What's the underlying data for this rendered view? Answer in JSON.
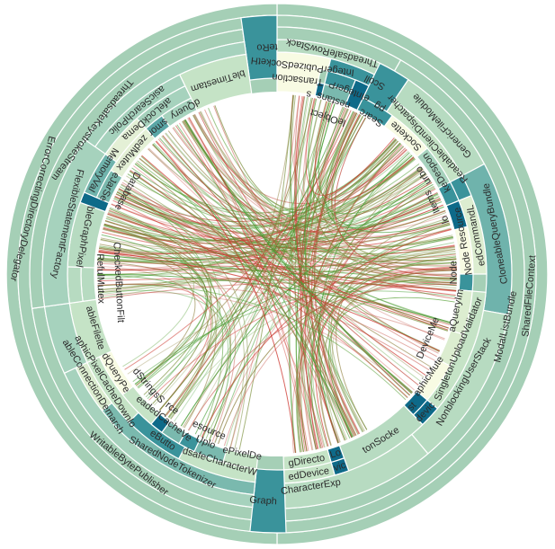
{
  "diagram": {
    "type": "hierarchical-edge-bundling-sunburst",
    "labels": [
      "teRo",
      "Transaction",
      "IntegerPubizedSocketH",
      "s",
      "nestans",
      "leObject",
      "eIntegerP",
      "pg",
      "ThreadsafeRowStack",
      "Scoll",
      "Searc",
      "Sockette",
      "ReadableClientDispatcher",
      "GenericFileModule",
      "keDespon",
      "Items",
      "urbo",
      "lo",
      "Node Resource",
      "edCommandL",
      "CloneableQueryBundle",
      "Node",
      "aQueryIm",
      "DeviceMe",
      "aphicMute",
      "SingletonUploadValidator",
      "st",
      "devic",
      "NonblockingUserStack",
      "ModalListBundle",
      "tonSocke",
      "Lo",
      "vic",
      "gDirecto",
      "edDevice",
      "CharacterExp",
      "Graph",
      "ePixelDe",
      "esource",
      "Uplo",
      "eButto",
      "rce",
      "dStringsS",
      "dQueryPe",
      "dsafeCharacterW",
      "eadedCacheVec",
      "aphicPixelCacheDownlo",
      "SharedNodeTokenizer",
      "ableConnectionDemarsh",
      "WritableBytePublisher",
      "ableFilelte",
      "RefulMutex",
      "CheckedButtonFilt",
      "bleGraphPixel",
      "eJarSe",
      "zedMutex",
      "smor",
      "dQuery",
      "Database",
      "MemoryVal",
      "afeLockDema",
      "asicSearchPolic",
      "bleTimestam",
      "FlexibleStatementFactory",
      "ThreadsafeKeystrokeStream",
      "SharedFileContext",
      "ErrorCorrectingDirectoryDelegator",
      "eadedCacheVe"
    ],
    "colors": {
      "outer": "#a5cfb6",
      "light_green": "#c5e3c6",
      "pale_yellow": "#f8fbe3",
      "teal": "#3a939b",
      "dark_teal": "#0e6a89",
      "mid_teal": "#7ab9ae",
      "link_start": "#3c9a2c",
      "link_end": "#cc3128"
    }
  }
}
